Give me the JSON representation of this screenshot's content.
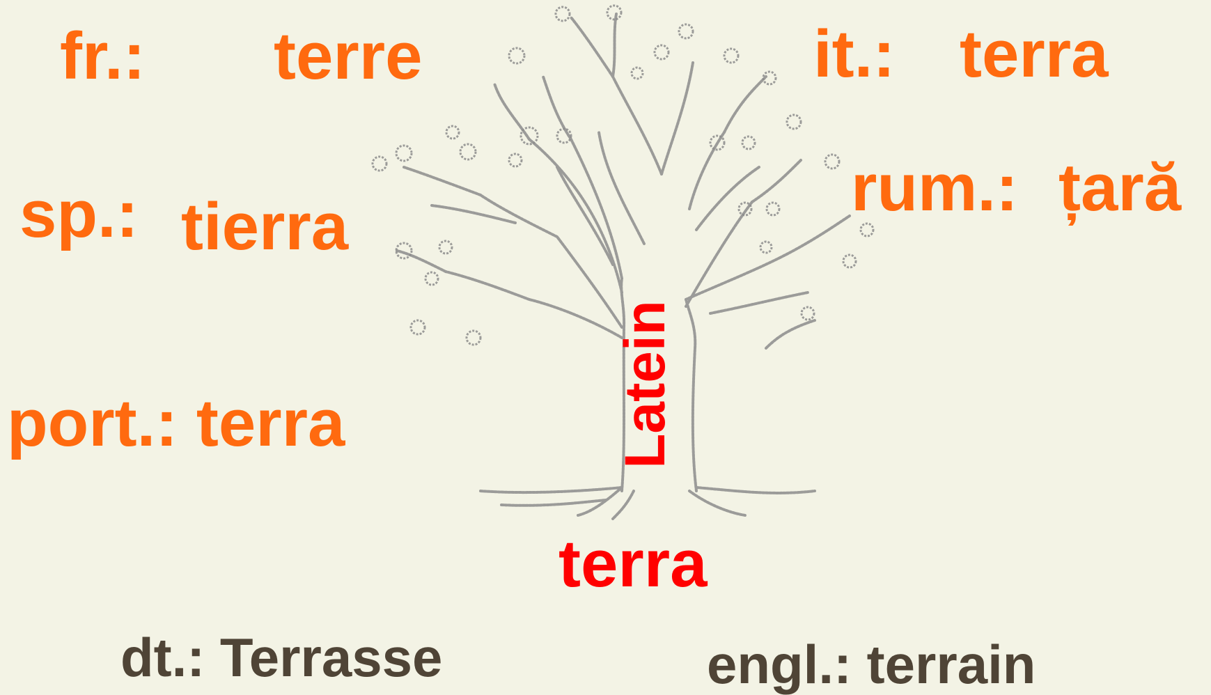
{
  "romance": {
    "fr_label": "fr.:",
    "fr_word": "terre",
    "it_label": "it.:",
    "it_word": "terra",
    "sp_label": "sp.:",
    "sp_word": "tierra",
    "rum_label": "rum.:",
    "rum_word": "țară",
    "port": "port.: terra"
  },
  "latin": {
    "trunk_label": "Latein",
    "root_word": "terra"
  },
  "borrowings": {
    "dt": "dt.: Terrasse",
    "engl": "engl.: terrain"
  },
  "colors": {
    "background": "#F3F3E5",
    "orange": "#FF6A0F",
    "red": "#FF0000",
    "brown": "#4F4436",
    "sketch": "#8A8A8A"
  },
  "icons": {
    "tree": "sketched-tree-icon"
  }
}
